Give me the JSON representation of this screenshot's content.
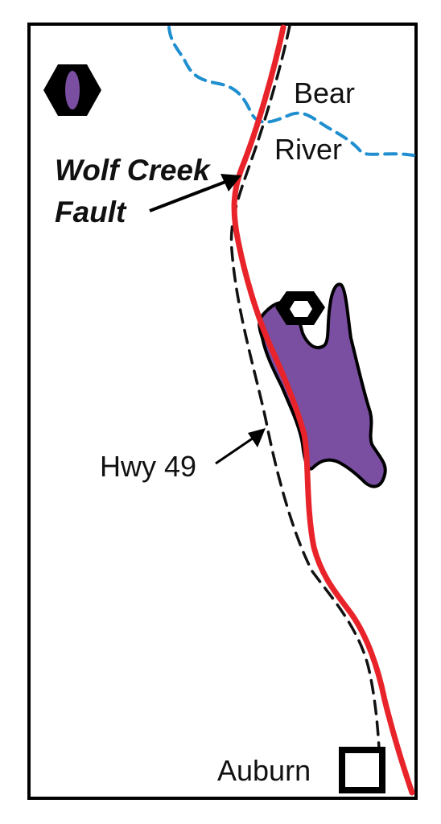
{
  "map": {
    "labels": {
      "river_line1": "Bear",
      "river_line2": "River",
      "fault_line1": "Wolf Creek",
      "fault_line2": "Fault",
      "highway": "Hwy 49",
      "town": "Auburn"
    },
    "colors": {
      "fault": "#e8232a",
      "river": "#1f8fcf",
      "highway": "#111111",
      "rock_body": "#7a4fa1",
      "outline": "#000000",
      "background": "#ffffff"
    },
    "legend_symbols": {
      "hexagon_symbol": "black-hexagon-with-purple-lens",
      "town_symbol": "black-square-outline"
    }
  }
}
